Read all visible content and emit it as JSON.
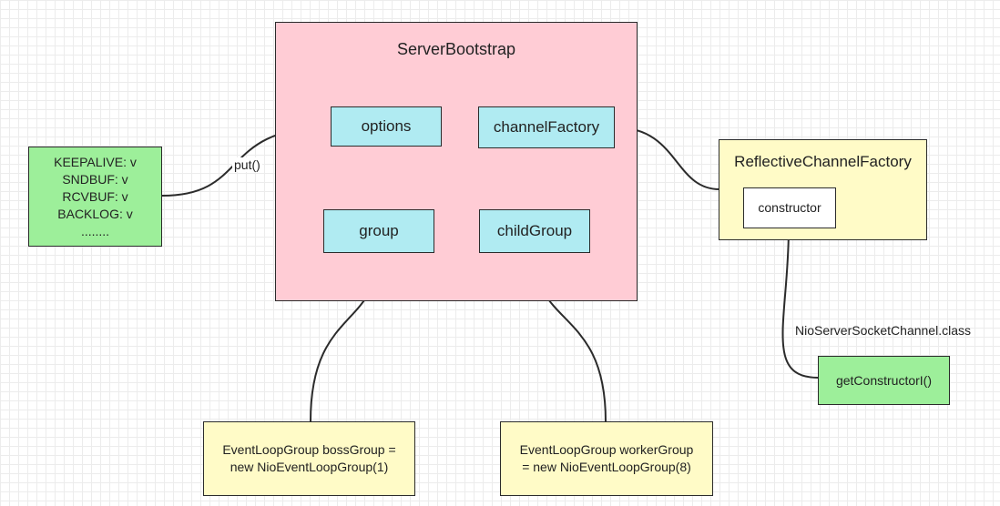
{
  "server_bootstrap": {
    "title": "ServerBootstrap",
    "options": "options",
    "channel_factory": "channelFactory",
    "group": "group",
    "child_group": "childGroup"
  },
  "options_list": {
    "lines": [
      "KEEPALIVE: v",
      "SNDBUF: v",
      "RCVBUF: v",
      "BACKLOG: v",
      "........"
    ]
  },
  "put_label": "put()",
  "reflective_factory": {
    "title": "ReflectiveChannelFactory",
    "constructor": "constructor"
  },
  "nio_class_label": "NioServerSocketChannel.class",
  "get_constructor": "getConstructorI()",
  "boss_group": {
    "line1": "EventLoopGroup bossGroup =",
    "line2": "new NioEventLoopGroup(1)"
  },
  "worker_group": {
    "line1": "EventLoopGroup workerGroup",
    "line2": "= new NioEventLoopGroup(8)"
  },
  "colors": {
    "pink": "#ffccd5",
    "cyan": "#b0ebf2",
    "green": "#9def9a",
    "yellow": "#fffbc7",
    "stroke": "#2b2b2b"
  }
}
